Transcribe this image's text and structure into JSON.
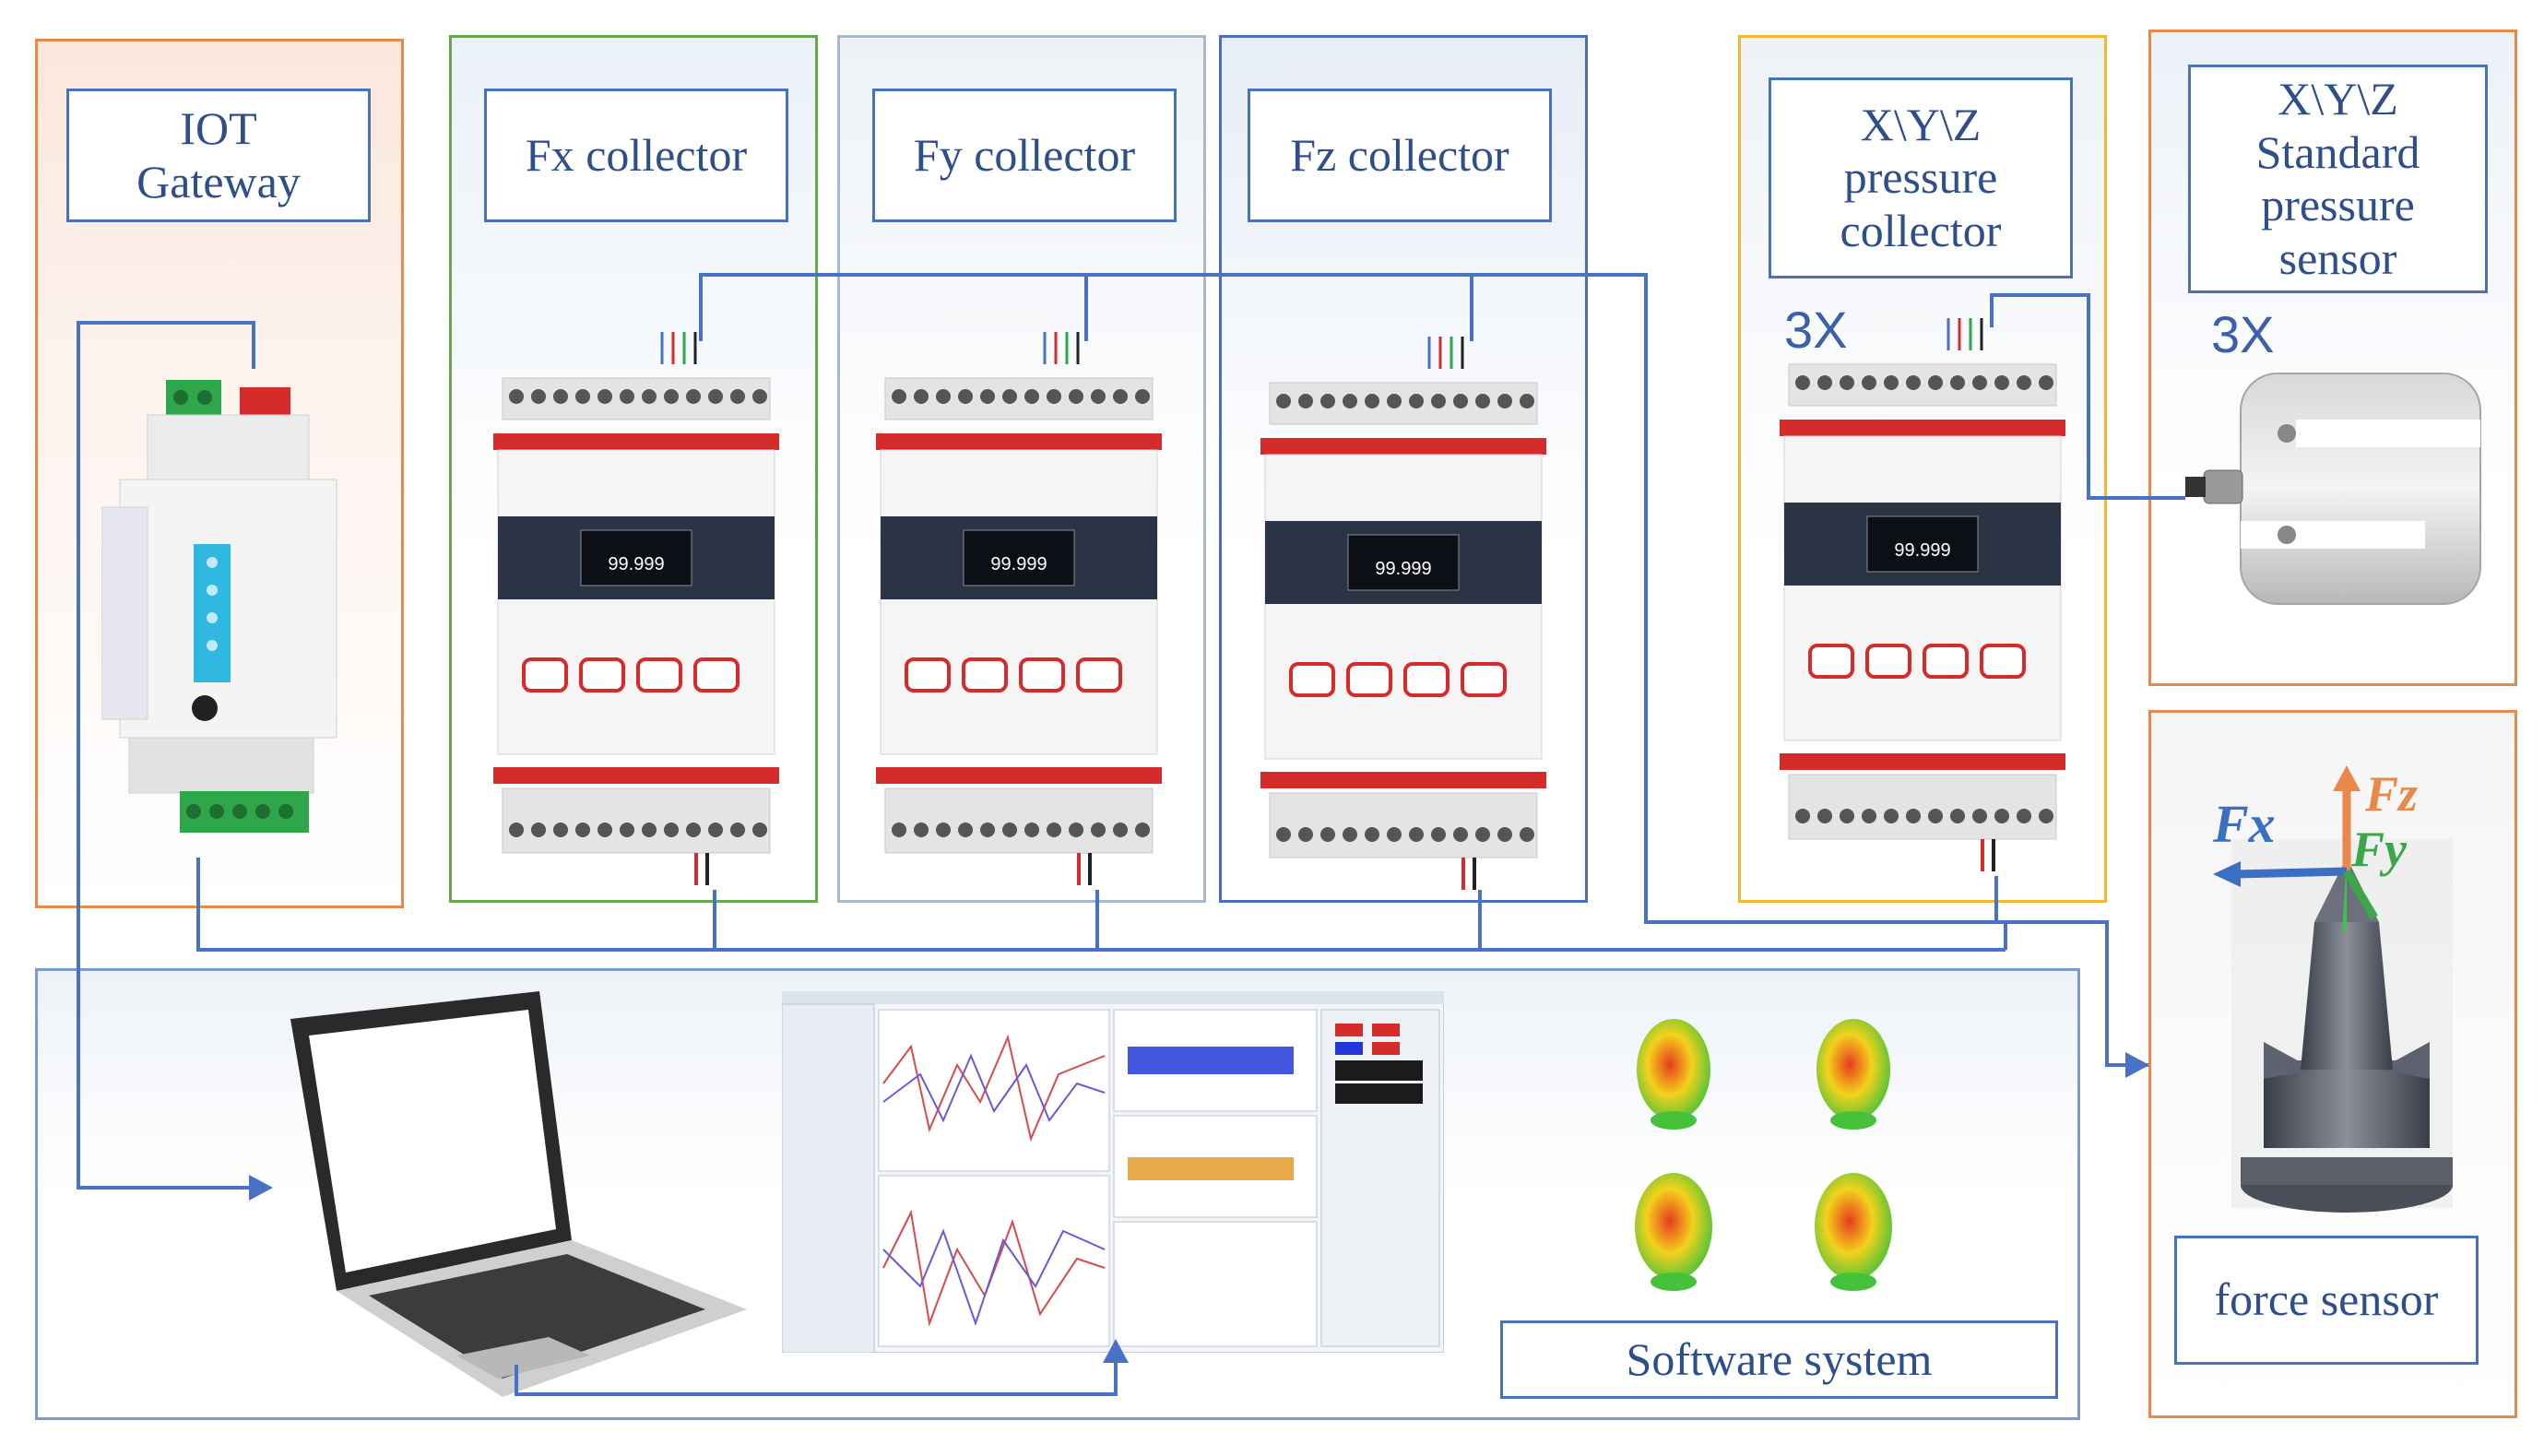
{
  "colors": {
    "wire": "#4a72c4",
    "iot_border": "#e8884a",
    "fx_border": "#6aa64c",
    "fy_border": "#a9b9cc",
    "fz_border": "#4a6fb8",
    "xyz_border": "#f2b631",
    "std_border": "#e8884a",
    "force_border": "#e8884a",
    "software_border": "#7a9ccd",
    "terminal_red": "#d62b2b",
    "terminal_green": "#2ea64a"
  },
  "labels": {
    "iot": "IOT\nGateway",
    "fx": "Fx collector",
    "fy": "Fy collector",
    "fz": "Fz collector",
    "xyz": "X\\Y\\Z\npressure\ncollector",
    "std": "X\\Y\\Z\nStandard\npressure\nsensor",
    "force": "force sensor",
    "software": "Software system"
  },
  "multipliers": {
    "xyz": "3X",
    "std": "3X"
  },
  "collector_display": "99.999",
  "force_axes": {
    "fx": "Fx",
    "fy": "Fy",
    "fz": "Fz"
  },
  "icons": [
    "iot-gateway-device-icon",
    "collector-device-icon",
    "s-type-load-cell-icon",
    "laptop-icon",
    "software-screenshot-icon",
    "force-sensor-model-icon",
    "stress-contour-icon"
  ]
}
